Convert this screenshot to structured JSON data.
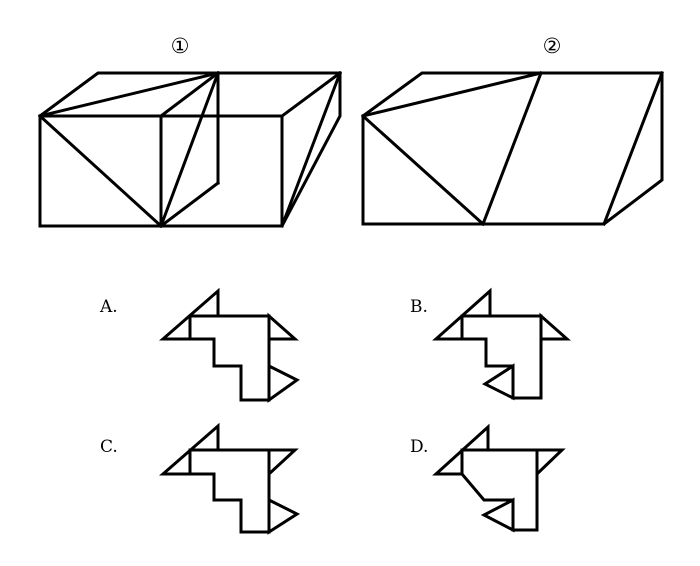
{
  "figures": {
    "one": {
      "label": "①"
    },
    "two": {
      "label": "②"
    }
  },
  "options": {
    "a": {
      "label": "A."
    },
    "b": {
      "label": "B."
    },
    "c": {
      "label": "C."
    },
    "d": {
      "label": "D."
    }
  }
}
